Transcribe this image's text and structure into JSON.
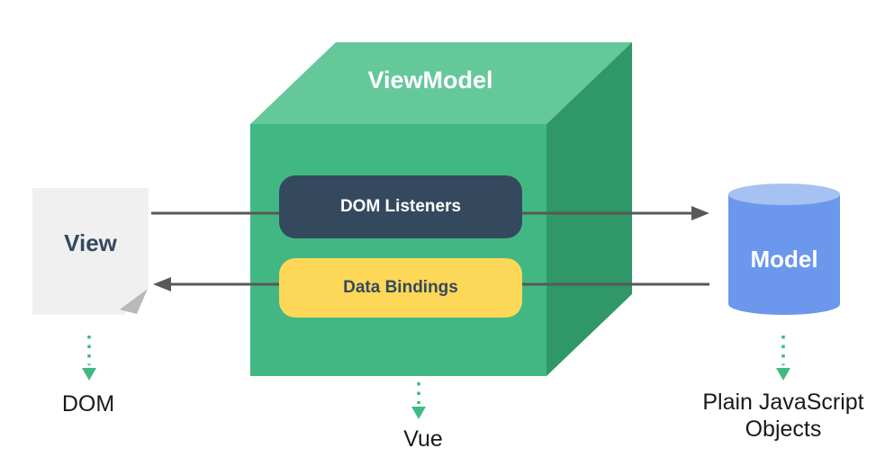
{
  "diagram": {
    "view": {
      "title": "View",
      "caption": "DOM"
    },
    "viewmodel": {
      "title": "ViewModel",
      "dom_listeners_label": "DOM Listeners",
      "data_bindings_label": "Data Bindings",
      "caption": "Vue"
    },
    "model": {
      "title": "Model",
      "caption": "Plain JavaScript Objects"
    },
    "colors": {
      "cube_top": "#65c89a",
      "cube_front": "#41b883",
      "cube_side": "#2f9768",
      "box_navy": "#35495e",
      "box_yellow": "#fdd757",
      "cylinder_body": "#6b97ed",
      "cylinder_top": "#a6c2f2",
      "paper": "#f0f0f0",
      "paper_fold": "#b9b9b9",
      "arrow": "#58585b",
      "dotted_arrow": "#42b983",
      "caption_text": "#1a1a1a"
    }
  }
}
